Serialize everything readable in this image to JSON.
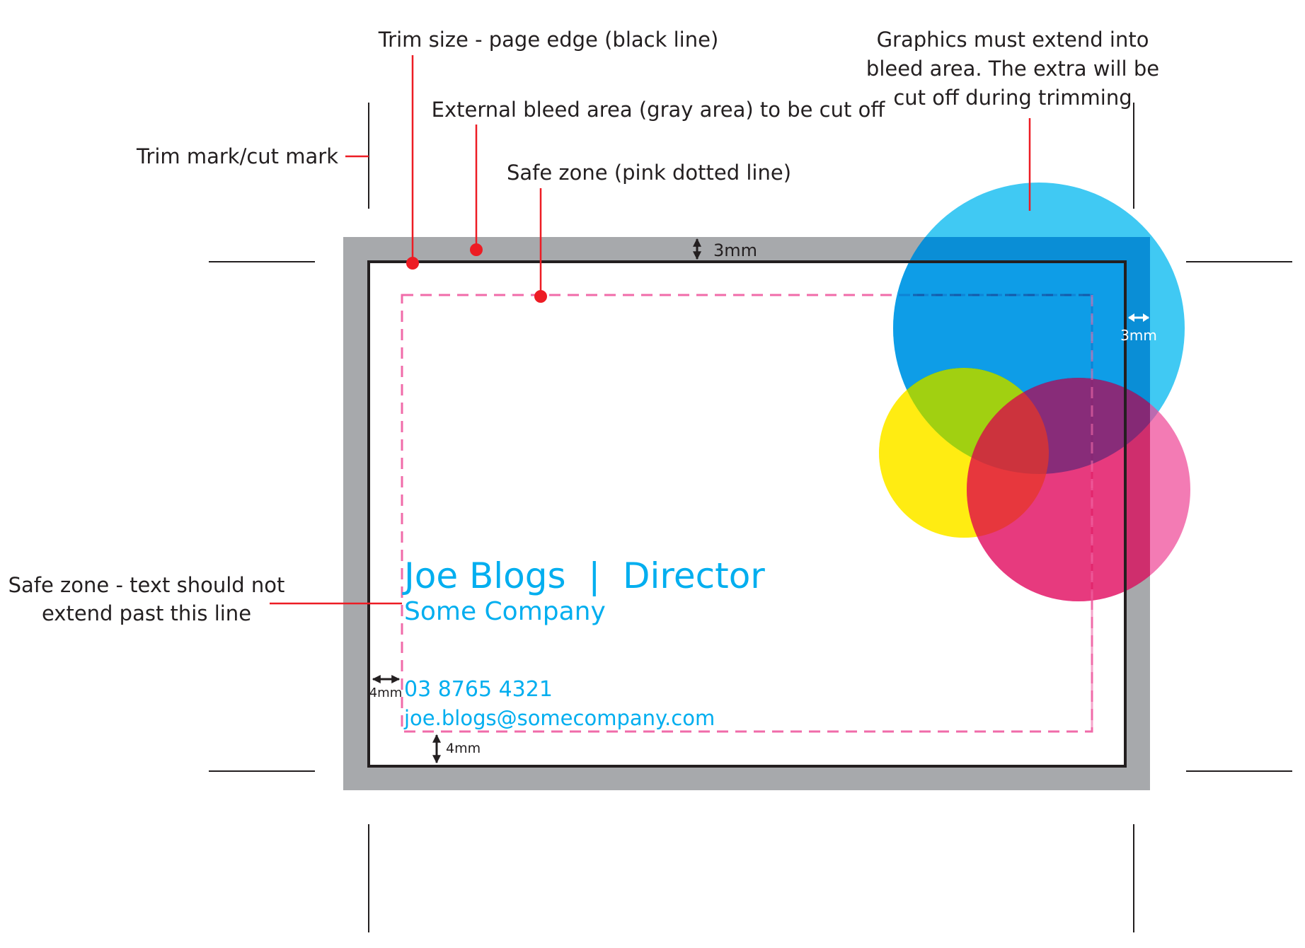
{
  "colors": {
    "bleed": "#a7a9ac",
    "trim_line": "#231f20",
    "safe_zone": "#f06ba9",
    "leader": "#ed1c24",
    "card_text": "#00aeef",
    "circle_cyan": "#00b7ef",
    "circle_yellow": "#fff200",
    "circle_magenta": "#ee4394"
  },
  "annotations": {
    "trim_size": "Trim size - page edge (black line)",
    "bleed_area": "External bleed area (gray area) to be cut off",
    "safe_zone_line": "Safe zone (pink dotted line)",
    "trim_mark": "Trim mark/cut mark",
    "graphics_line1": "Graphics must extend into",
    "graphics_line2": "bleed area. The extra will be",
    "graphics_line3": "cut off during trimming",
    "safe_text_line1": "Safe zone - text should not",
    "safe_text_line2": "extend past this line"
  },
  "dimensions": {
    "top_bleed": "3mm",
    "right_bleed": "3mm",
    "left_safe": "4mm",
    "bottom_safe": "4mm"
  },
  "card": {
    "name_title": "Joe Blogs  |  Director",
    "company": "Some Company",
    "phone": "03 8765 4321",
    "email": "joe.blogs@somecompany.com"
  }
}
